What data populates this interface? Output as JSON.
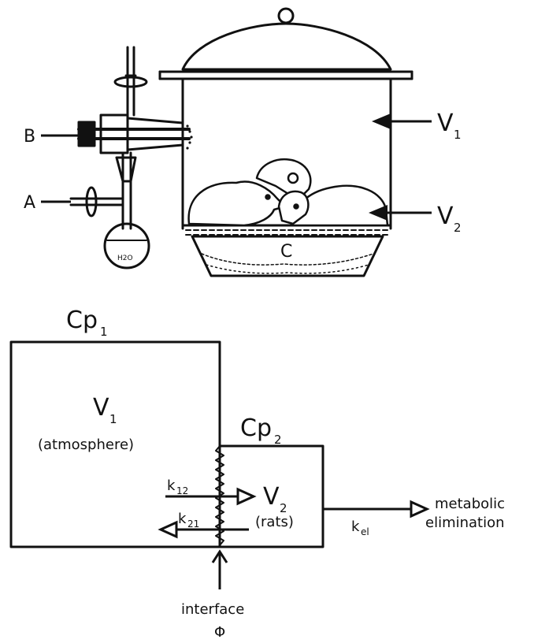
{
  "apparatus": {
    "label_b": "B",
    "label_a": "A",
    "label_v1": "V",
    "label_v1_sub": "1",
    "label_v2": "V",
    "label_v2_sub": "2",
    "label_c": "C",
    "flask_text": "H2O"
  },
  "model": {
    "cp1": "Cp",
    "cp1_sub": "1",
    "cp2": "Cp",
    "cp2_sub": "2",
    "v1": "V",
    "v1_sub": "1",
    "v1_desc": "(atmosphere)",
    "v2": "V",
    "v2_sub": "2",
    "v2_desc": "(rats)",
    "k12": "k",
    "k12_sub": "12",
    "k21": "k",
    "k21_sub": "21",
    "kel": "k",
    "kel_sub": "el",
    "elim_line1": "metabolic",
    "elim_line2": "elimination",
    "interface": "interface",
    "phi": "Φ"
  }
}
